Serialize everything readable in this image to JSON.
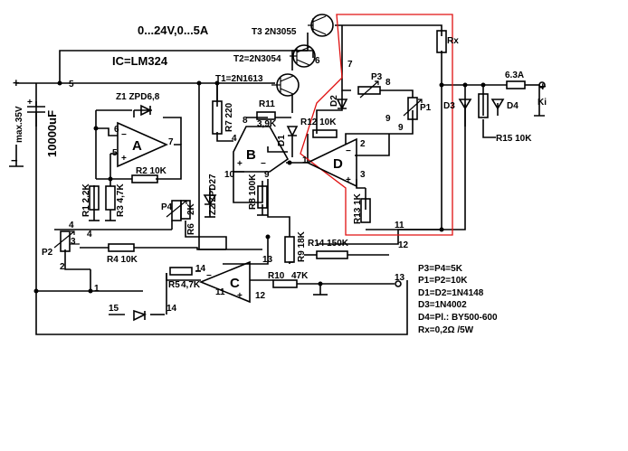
{
  "title": "0...24V,0...5A",
  "ic_label": "IC=LM324",
  "supply_label": "max.35V",
  "capacitor_main": "10000uF",
  "output_label": "Ki",
  "plus_sign": "+",
  "minus_sign": "−",
  "parts": {
    "t3": "T3 2N3055",
    "t2": "T2=2N3054",
    "t1": "T1=2N1613",
    "rx": "Rx",
    "fuse": "6.3A",
    "z1": "Z1  ZPD6,8",
    "z2": "Z2  ZPD27",
    "r1": "R1 2,2K",
    "r2": "R2 10K",
    "r3": "R3 4,7K",
    "r4": "R4 10K",
    "r5": "R5",
    "r5v": "4,7K",
    "r6": "R6",
    "r7": "R7 220",
    "r8": "R8 100K",
    "r9": "R9 18K",
    "r10": "R10",
    "r10v": "47K",
    "r11": "R11",
    "r11v": "3,9K",
    "r12": "R12  10K",
    "r13": "R13 1K",
    "r14": "R14  150K",
    "r15": "R15 10K",
    "p1": "P1",
    "p2": "P2",
    "p3": "P3",
    "p4": "P4",
    "p4v": "2K",
    "d1": "D1",
    "d2": "D2",
    "d3": "D3",
    "d4": "D4"
  },
  "opamps": {
    "a": "A",
    "b": "B",
    "c": "C",
    "d": "D"
  },
  "pins": [
    "1",
    "2",
    "3",
    "4",
    "5",
    "6",
    "7",
    "8",
    "9",
    "10",
    "11",
    "12",
    "13",
    "14",
    "15"
  ],
  "notes": [
    "P3=P4=5K",
    "P1=P2=10K",
    "D1=D2=1N4148",
    "D3=1N4002",
    "D4=Pl.: BY500-600",
    "Rx=0,2Ω /5W"
  ]
}
